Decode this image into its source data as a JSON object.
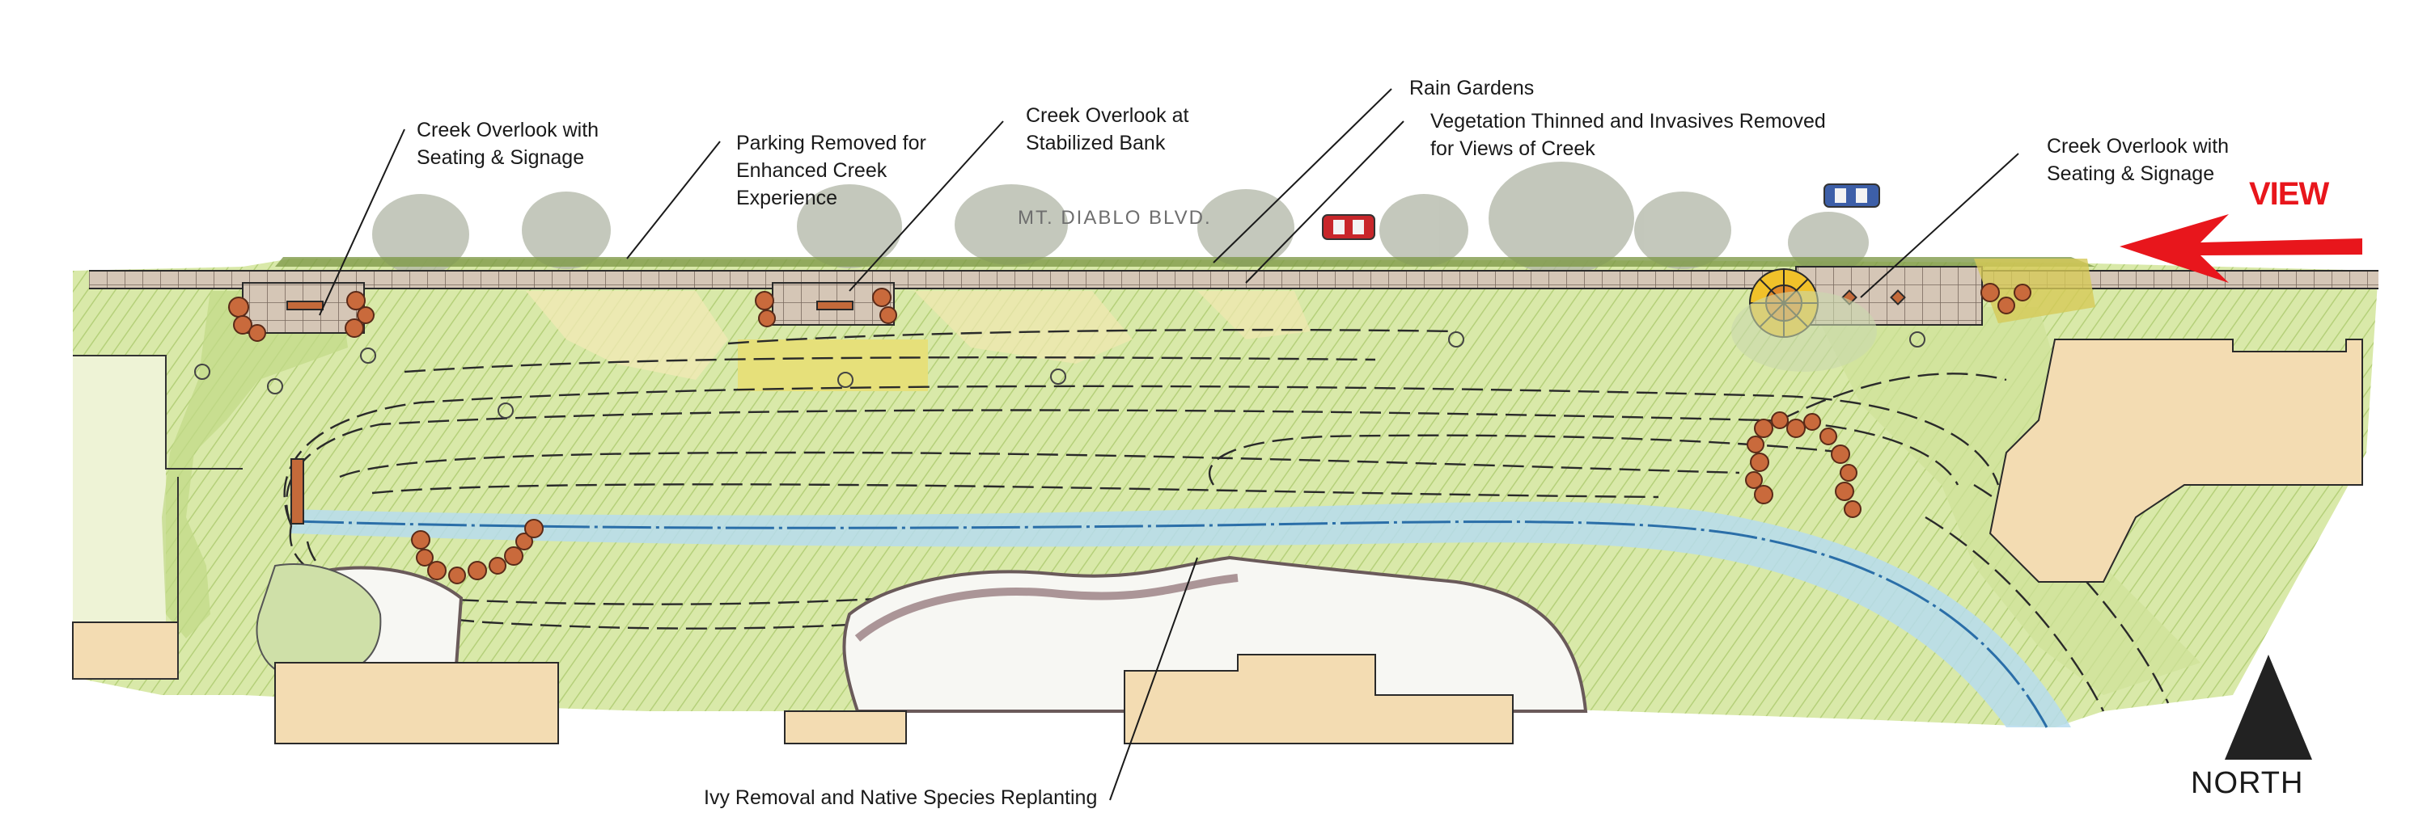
{
  "labels": {
    "overlook_west": [
      "Creek Overlook with",
      "Seating & Signage"
    ],
    "parking_removed": [
      "Parking Removed for",
      "Enhanced Creek",
      "Experience"
    ],
    "overlook_stabilized": [
      "Creek Overlook at",
      "Stabilized Bank"
    ],
    "rain_gardens": [
      "Rain Gardens"
    ],
    "vegetation_thinned": [
      "Vegetation Thinned and Invasives Removed",
      "for Views of Creek"
    ],
    "overlook_east": [
      "Creek Overlook with",
      "Seating & Signage"
    ],
    "ivy_removal": [
      "Ivy Removal and Native Species Replanting"
    ]
  },
  "street_name": "MT. DIABLO BLVD.",
  "view_label": "VIEW",
  "north_label": "NORTH",
  "icons": [
    "north-arrow-icon",
    "view-arrow-icon",
    "bench-icon",
    "car-icon",
    "tree-icon",
    "boulder-icon"
  ],
  "colors": {
    "turf": "#d8e8a8",
    "turf_dark": "#b7d27a",
    "creek": "#a8d6ec",
    "creek_line": "#2a6ea8",
    "building": "#f3dcb2",
    "path": "#eaeaa0",
    "tree_canopy": "#9aa38e",
    "boulder": "#c96a3c",
    "red_arrow": "#e8161c",
    "north_arrow": "#222222",
    "car_red": "#c8262a",
    "car_blue": "#3d5fa8",
    "pavers": "#c8b8a8",
    "yellow_pad": "#e6e07a"
  }
}
